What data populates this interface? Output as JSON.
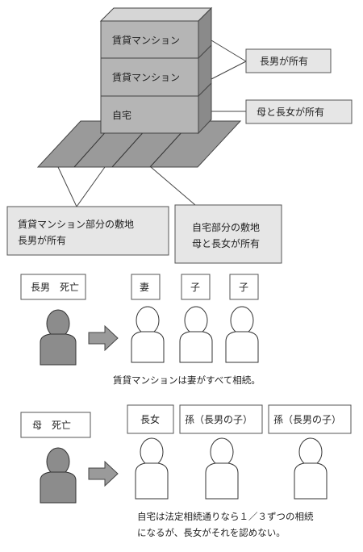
{
  "building": {
    "floors": [
      "賃貸マンション",
      "賃貸マンション",
      "自宅"
    ]
  },
  "ownership": {
    "upper": "長男が所有",
    "lower": "母と長女が所有"
  },
  "land": {
    "left_line1": "賃貸マンション部分の敷地",
    "left_line2": "長男が所有",
    "right_line1": "自宅部分の敷地",
    "right_line2": "母と長女が所有"
  },
  "scenario1": {
    "deceased": "長男　死亡",
    "heirs": [
      "妻",
      "子",
      "子"
    ],
    "caption": "賃貸マンションは妻がすべて相続。"
  },
  "scenario2": {
    "deceased": "母　死亡",
    "heirs": [
      "長女",
      "孫（長男の子）",
      "孫（長男の子）"
    ],
    "caption_line1": "自宅は法定相続通りなら１／３ずつの相続",
    "caption_line2": "になるが、長女がそれを認めない。"
  },
  "colors": {
    "building_front": "#b5b5b5",
    "building_side": "#8a8a8a",
    "building_top": "#d6d6d6",
    "land": "#9a9a9a",
    "label_box": "#e6e6e6",
    "deceased_person": "#8c8c8c",
    "arrow": "#9a9a9a"
  }
}
